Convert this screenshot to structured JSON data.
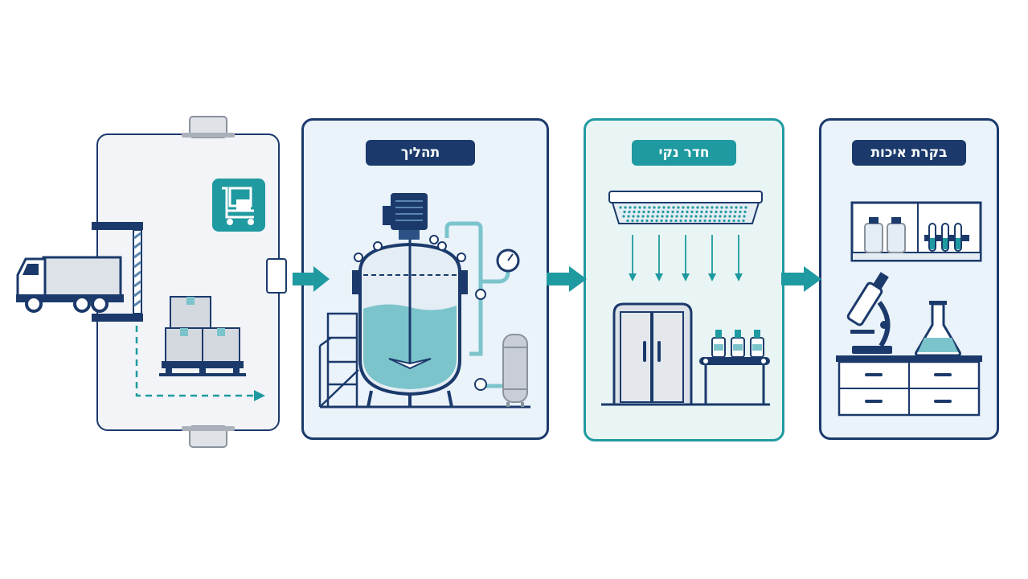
{
  "stages": [
    {
      "id": "receiving",
      "label": ""
    },
    {
      "id": "process",
      "label": "תהליך"
    },
    {
      "id": "cleanroom",
      "label": "חדר נקי"
    },
    {
      "id": "quality",
      "label": "בקרת איכות"
    }
  ],
  "icons": [
    "truck-icon",
    "cart-icon",
    "boxes-icon",
    "reactor-icon",
    "pressure-gauge-icon",
    "tank-icon",
    "hepa-filter-icon",
    "cleanroom-door-icon",
    "conveyor-icon",
    "cabinet-icon",
    "microscope-icon",
    "flask-icon",
    "lab-bench-icon",
    "arrow-icon"
  ],
  "colors": {
    "navy": "#1b3a6b",
    "teal": "#1f9aa0",
    "liquid": "#7cc4cc",
    "panel_bg": "#eaf2fa",
    "cleanroom_bg": "#e9f5f5",
    "gray": "#c9ced6"
  }
}
